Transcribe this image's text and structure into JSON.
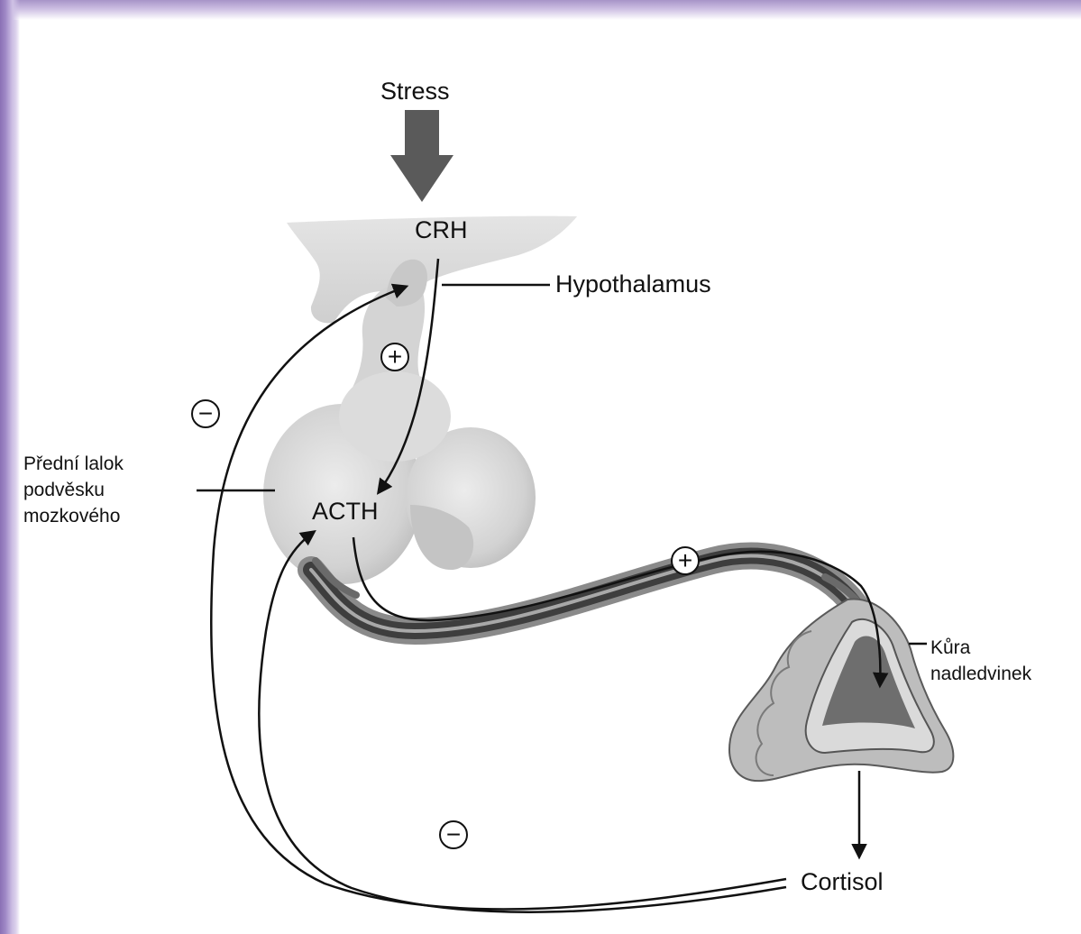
{
  "labels": {
    "stress": "Stress",
    "crh": "CRH",
    "hypothalamus": "Hypothalamus",
    "acth": "ACTH",
    "pituitary": "Přední lalok podvěsku mozkového",
    "adrenal_cortex": "Kůra nadledvinek",
    "cortisol": "Cortisol"
  },
  "signs": {
    "crh_to_acth": "+",
    "acth_to_adrenal": "+",
    "cortisol_feedback_outer": "−",
    "cortisol_feedback_inner": "−"
  },
  "colors": {
    "arrow_dark": "#5a5a5a",
    "tissue_light": "#d9d9d9",
    "tissue_mid": "#9a9a9a",
    "line": "#111111"
  }
}
